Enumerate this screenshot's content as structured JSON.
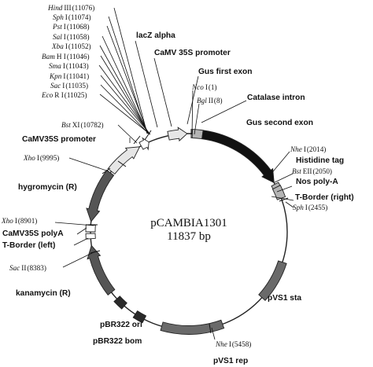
{
  "plasmid": {
    "name": "pCAMBIA1301",
    "size_label": "11837  bp"
  },
  "sites": {
    "hind3": {
      "enzyme": "Hind",
      "roman": "III",
      "pos": "(11076)"
    },
    "sph1": {
      "enzyme": "Sph",
      "roman": "I",
      "pos": "(11074)"
    },
    "pst1": {
      "enzyme": "Pst",
      "roman": "I",
      "pos": "(11068)"
    },
    "sal1": {
      "enzyme": "Sal",
      "roman": "I",
      "pos": "(11058)"
    },
    "xba1": {
      "enzyme": "Xba",
      "roman": "I",
      "pos": "(11052)"
    },
    "bamh1": {
      "enzyme": "Bam",
      "roman": "H I",
      "pos": "(11046)"
    },
    "sma1": {
      "enzyme": "Sma",
      "roman": "I",
      "pos": "(11043)"
    },
    "kpn1": {
      "enzyme": "Kpn",
      "roman": "I",
      "pos": "(11041)"
    },
    "sac1": {
      "enzyme": "Sac",
      "roman": "I",
      "pos": "(11035)"
    },
    "ecor1": {
      "enzyme": "Eco",
      "roman": "R I",
      "pos": "(11025)"
    },
    "bstx1": {
      "enzyme": "Bst",
      "roman": "XI",
      "pos": "(10782)"
    },
    "xho1a": {
      "enzyme": "Xho",
      "roman": "I",
      "pos": "(9995)"
    },
    "xho1b": {
      "enzyme": "Xho",
      "roman": "I",
      "pos": "(8901)"
    },
    "sac2": {
      "enzyme": "Sac",
      "roman": "II",
      "pos": "(8383)"
    },
    "nco1": {
      "enzyme": "Nco",
      "roman": "I",
      "pos": "(1)"
    },
    "bgl2": {
      "enzyme": "Bgl",
      "roman": "II",
      "pos": "(8)"
    },
    "nhe1a": {
      "enzyme": "Nhe",
      "roman": "I",
      "pos": "(2014)"
    },
    "bste2": {
      "enzyme": "Bst",
      "roman": "EII",
      "pos": "(2050)"
    },
    "sph1b": {
      "enzyme": "Sph",
      "roman": "I",
      "pos": "(2455)"
    },
    "nhe1b": {
      "enzyme": "Nhe",
      "roman": "I",
      "pos": "(5458)"
    }
  },
  "features": {
    "lacz": "lacZ alpha",
    "camv35s_top": "CaMV 35S promoter",
    "gus_first": "Gus first exon",
    "catalase": "Catalase intron",
    "gus_second": "Gus second exon",
    "camv35s_left": "CaMV35S promoter",
    "histidine": "Histidine tag",
    "nos_polya": "Nos poly-A",
    "tborder_right": "T-Border (right)",
    "hygromycin": "hygromycin (R)",
    "camv35s_polya": "CaMV35S polyA",
    "tborder_left": "T-Border (left)",
    "kanamycin": "kanamycin (R)",
    "pbr322_ori": "pBR322 ori",
    "pbr322_bom": "pBR322 bom",
    "pvs1_sta": "pVS1 sta",
    "pvs1_rep": "pVS1 rep"
  },
  "colors": {
    "gus": "#111111",
    "promoter": "#e6e6e6",
    "resistance": "#555555",
    "pvs1": "#6a6a6a",
    "small_feature": "#b4b4b4",
    "ori": "#2a2a2a"
  }
}
